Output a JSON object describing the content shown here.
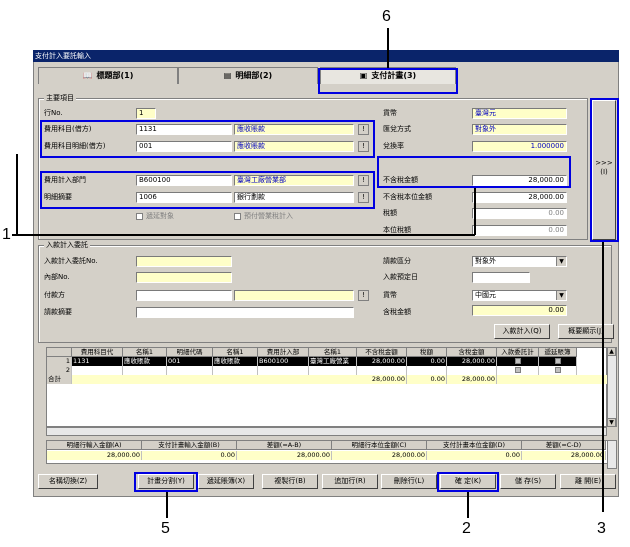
{
  "window": {
    "title": "支付計入要託輸入"
  },
  "tabs": [
    {
      "label": "標題部(1)",
      "icon": "book-icon"
    },
    {
      "label": "明細部(2)",
      "icon": "document-icon"
    },
    {
      "label": "支付計畫(3)",
      "icon": "calendar-icon"
    }
  ],
  "main_section": {
    "title": "主要項目",
    "row_no_label": "行No.",
    "row_no": "1",
    "expense_code_label": "費用科目(借方)",
    "expense_code": "1131",
    "expense_name": "應收賬款",
    "expense_detail_label": "費用科目明細(借方)",
    "expense_detail_code": "001",
    "expense_detail_name": "應收賬款",
    "dept_label": "費用計入部門",
    "dept_code": "B600100",
    "dept_name": "臺灣工廠營業部",
    "summary_label": "明細摘要",
    "summary_code": "1006",
    "summary_name": "銀行劃款",
    "chk_defer_label": "遞延對象",
    "chk_prepay_label": "預付營業稅計入",
    "currency_label": "貨幣",
    "currency": "臺灣元",
    "exchange_method_label": "匯兌方式",
    "exchange_method": "對象外",
    "exchange_rate_label": "兌換率",
    "exchange_rate": "1.000000",
    "total_tax_incl_label": "不含稅金額",
    "total_tax_incl": "28,000.00",
    "unit_tax_excl_label": "不含稅本位金額",
    "unit_tax_excl": "28,000.00",
    "tax_label": "稅額",
    "tax": "0.00",
    "unit_tax_label": "本位稅額",
    "unit_tax": "0.00",
    "side_button": ">>>\n(I)"
  },
  "entrust_section": {
    "title": "入款計入委託",
    "entrust_no_label": "入款計入委託No.",
    "internal_no_label": "內部No.",
    "payer_label": "付款方",
    "request_summary_label": "請款摘要",
    "request_type_label": "請款區分",
    "request_type": "對象外",
    "due_date_label": "入款預定日",
    "currency_label": "貨幣",
    "currency": "中國元",
    "tax_amount_label": "含稅金額",
    "tax_amount": "0.00",
    "btn_entry": "入款計入(Q)",
    "btn_summary": "概要顯示(J)"
  },
  "grid": {
    "headers": [
      "",
      "費用科目代",
      "名稱1",
      "明細代碼",
      "名稱1",
      "費用計入部",
      "名稱1",
      "不含稅金額",
      "稅額",
      "含稅金額",
      "入款委託計",
      "遞延賬簿"
    ],
    "rows": [
      [
        "1",
        "1131",
        "應收賬款",
        "001",
        "應收賬款",
        "B600100",
        "臺灣工廠營業",
        "28,000.00",
        "0.00",
        "28,000.00",
        "",
        ""
      ],
      [
        "2",
        "",
        "",
        "",
        "",
        "",
        "",
        "",
        "",
        "",
        "",
        ""
      ]
    ],
    "total_label": "合計",
    "total": [
      "28,000.00",
      "0.00",
      "28,000.00"
    ]
  },
  "summary": {
    "headers": [
      "明細行輸入金額(A)",
      "支付計畫輸入金額(B)",
      "差額(=A-B)",
      "明細行本位金額(C)",
      "支付計畫本位金額(D)",
      "差額(=C-D)"
    ],
    "values": [
      "28,000.00",
      "0.00",
      "28,000.00",
      "28,000.00",
      "0.00",
      "28,000.00"
    ]
  },
  "buttons": [
    "名稱切換(Z)",
    "計畫分割(Y)",
    "遞延賬簿(X)",
    "複製行(B)",
    "追加行(R)",
    "刪除行(L)",
    "確 定(K)",
    "儲 存(S)",
    "離 開(E)"
  ],
  "callouts": [
    "1",
    "2",
    "3",
    "5",
    "6"
  ]
}
